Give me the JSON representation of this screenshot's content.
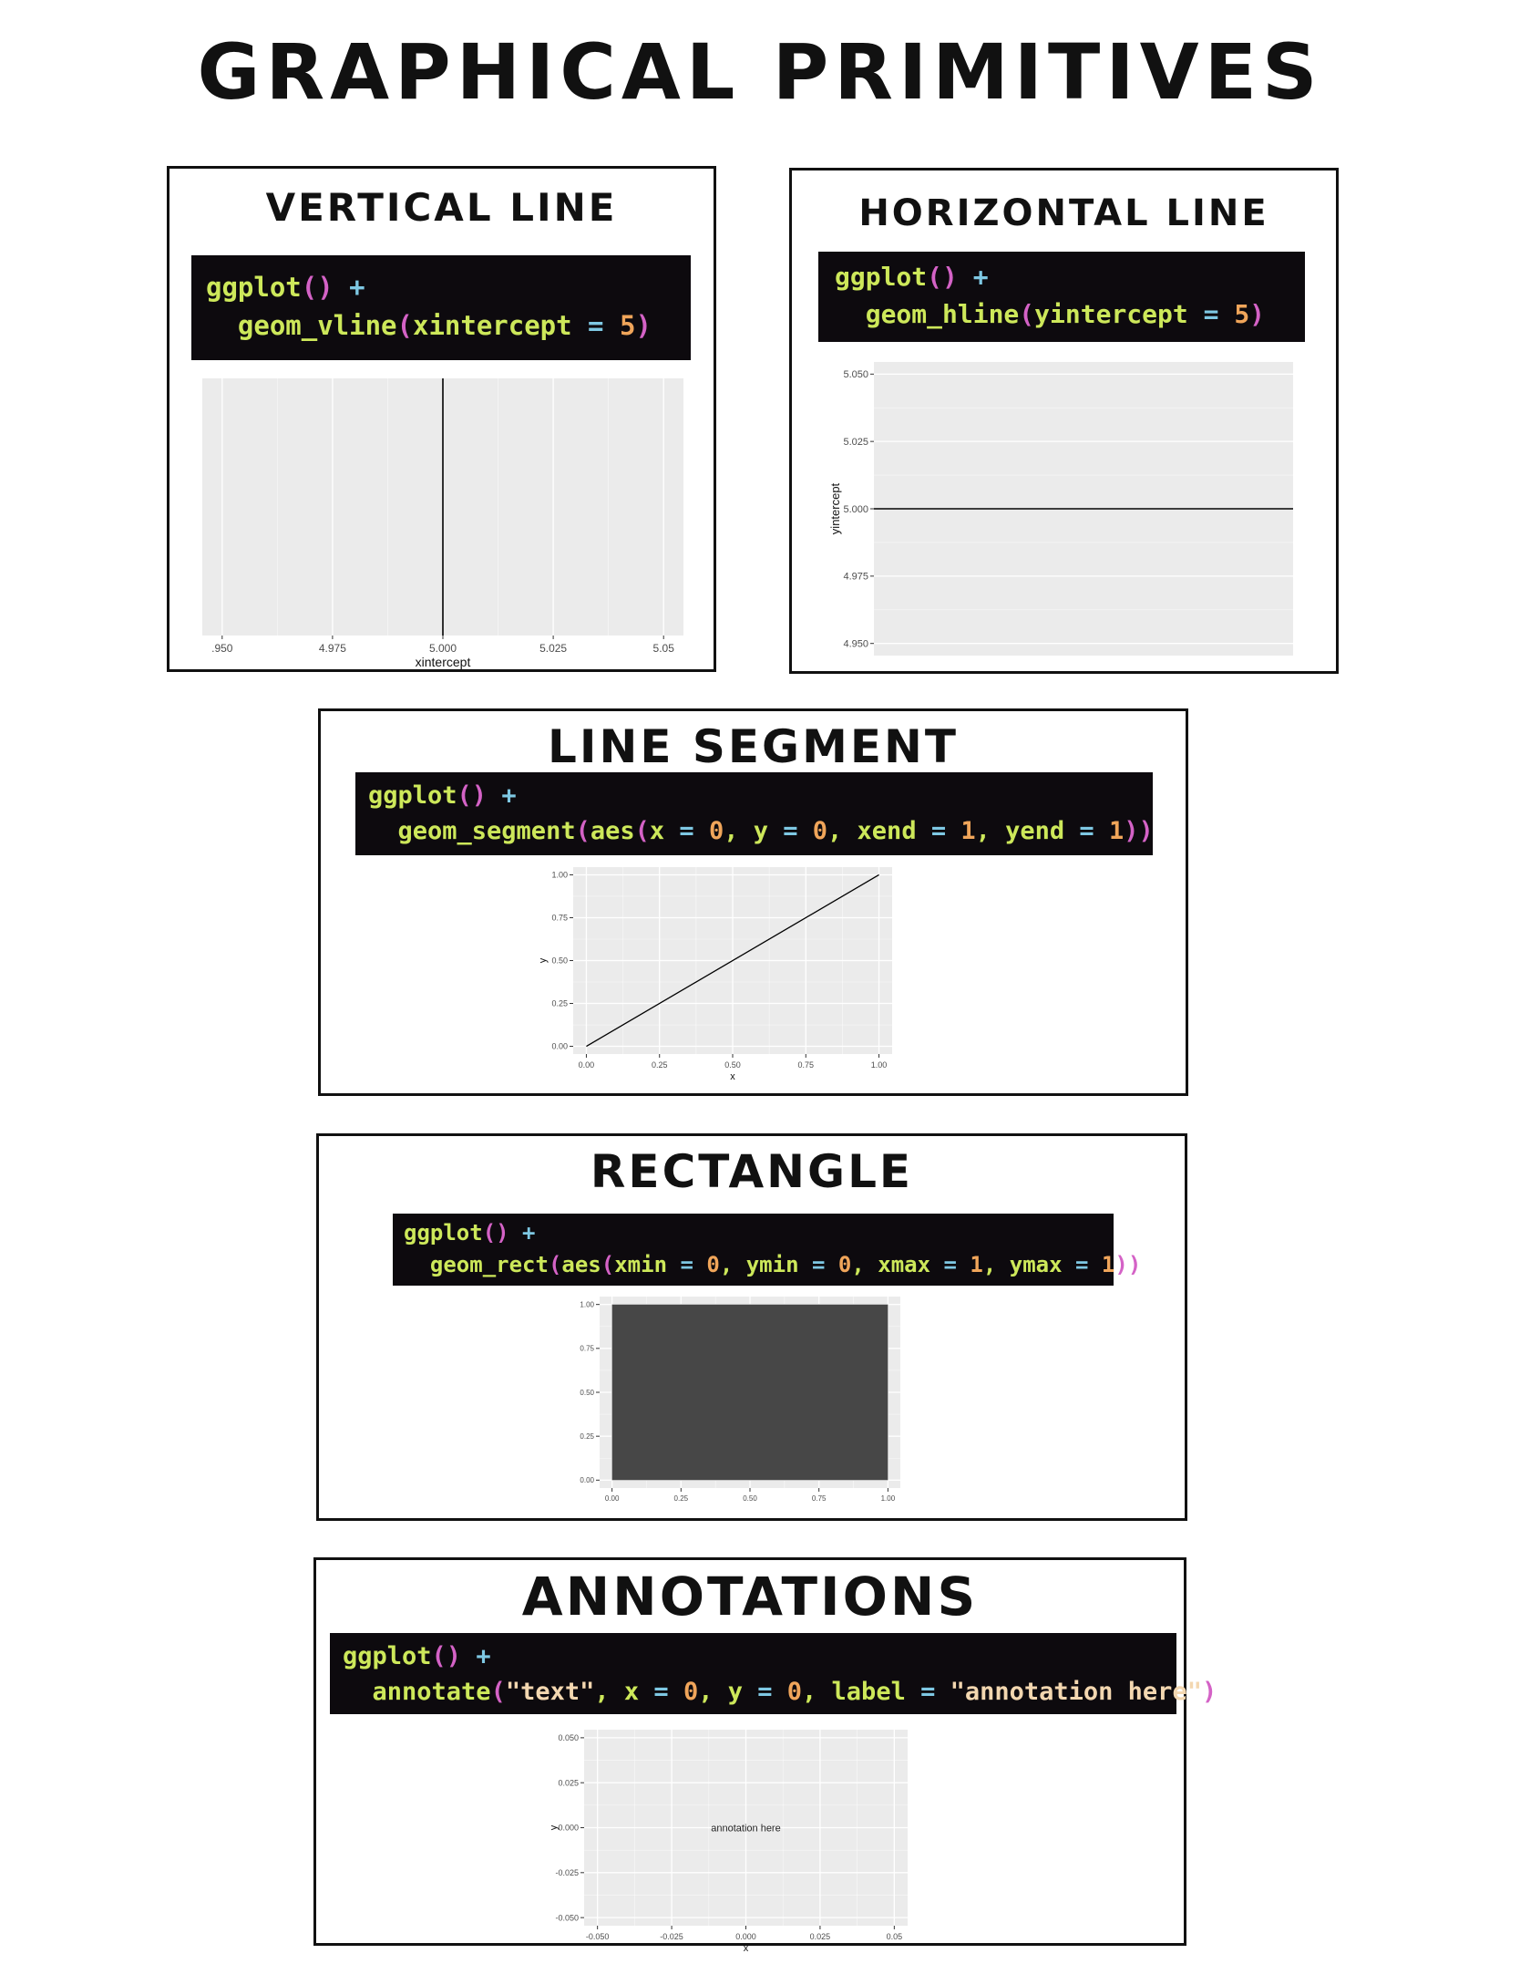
{
  "page_title": "GRAPHICAL   PRIMITIVES",
  "palette": {
    "code_bg": "#0d0a0e",
    "fn": "#cde85a",
    "op": "#7ec8e3",
    "paren": "#d462c6",
    "num": "#f0a55a",
    "str": "#f3d7b0",
    "panel_bg": "#ebebeb",
    "grid": "#ffffff",
    "fill": "#474747"
  },
  "panels": {
    "vline": {
      "title": "VERTICAL  LINE",
      "code": [
        [
          {
            "t": "ggplot",
            "c": "fn"
          },
          {
            "t": "()",
            "c": "paren"
          },
          {
            "t": " +",
            "c": "op"
          }
        ],
        [
          {
            "t": "  geom_vline",
            "c": "fn"
          },
          {
            "t": "(",
            "c": "paren"
          },
          {
            "t": "xintercept",
            "c": "fn"
          },
          {
            "t": " = ",
            "c": "op"
          },
          {
            "t": "5",
            "c": "num"
          },
          {
            "t": ")",
            "c": "paren"
          }
        ]
      ]
    },
    "hline": {
      "title": "HORIZONTAL  LINE",
      "code": [
        [
          {
            "t": "ggplot",
            "c": "fn"
          },
          {
            "t": "()",
            "c": "paren"
          },
          {
            "t": " +",
            "c": "op"
          }
        ],
        [
          {
            "t": "  geom_hline",
            "c": "fn"
          },
          {
            "t": "(",
            "c": "paren"
          },
          {
            "t": "yintercept",
            "c": "fn"
          },
          {
            "t": " = ",
            "c": "op"
          },
          {
            "t": "5",
            "c": "num"
          },
          {
            "t": ")",
            "c": "paren"
          }
        ]
      ]
    },
    "segment": {
      "title": "LINE  SEGMENT",
      "code": [
        [
          {
            "t": "ggplot",
            "c": "fn"
          },
          {
            "t": "()",
            "c": "paren"
          },
          {
            "t": " +",
            "c": "op"
          }
        ],
        [
          {
            "t": "  geom_segment",
            "c": "fn"
          },
          {
            "t": "(",
            "c": "paren"
          },
          {
            "t": "aes",
            "c": "fn"
          },
          {
            "t": "(",
            "c": "paren"
          },
          {
            "t": "x",
            "c": "fn"
          },
          {
            "t": " = ",
            "c": "op"
          },
          {
            "t": "0",
            "c": "num"
          },
          {
            "t": ", ",
            "c": "fn"
          },
          {
            "t": "y",
            "c": "fn"
          },
          {
            "t": " = ",
            "c": "op"
          },
          {
            "t": "0",
            "c": "num"
          },
          {
            "t": ", ",
            "c": "fn"
          },
          {
            "t": "xend",
            "c": "fn"
          },
          {
            "t": " = ",
            "c": "op"
          },
          {
            "t": "1",
            "c": "num"
          },
          {
            "t": ", ",
            "c": "fn"
          },
          {
            "t": "yend",
            "c": "fn"
          },
          {
            "t": " = ",
            "c": "op"
          },
          {
            "t": "1",
            "c": "num"
          },
          {
            "t": "))",
            "c": "paren"
          }
        ]
      ]
    },
    "rect": {
      "title": "RECTANGLE",
      "code": [
        [
          {
            "t": "ggplot",
            "c": "fn"
          },
          {
            "t": "()",
            "c": "paren"
          },
          {
            "t": " +",
            "c": "op"
          }
        ],
        [
          {
            "t": "  geom_rect",
            "c": "fn"
          },
          {
            "t": "(",
            "c": "paren"
          },
          {
            "t": "aes",
            "c": "fn"
          },
          {
            "t": "(",
            "c": "paren"
          },
          {
            "t": "xmin",
            "c": "fn"
          },
          {
            "t": " = ",
            "c": "op"
          },
          {
            "t": "0",
            "c": "num"
          },
          {
            "t": ", ",
            "c": "fn"
          },
          {
            "t": "ymin",
            "c": "fn"
          },
          {
            "t": " = ",
            "c": "op"
          },
          {
            "t": "0",
            "c": "num"
          },
          {
            "t": ", ",
            "c": "fn"
          },
          {
            "t": "xmax",
            "c": "fn"
          },
          {
            "t": " = ",
            "c": "op"
          },
          {
            "t": "1",
            "c": "num"
          },
          {
            "t": ", ",
            "c": "fn"
          },
          {
            "t": "ymax",
            "c": "fn"
          },
          {
            "t": " = ",
            "c": "op"
          },
          {
            "t": "1",
            "c": "num"
          },
          {
            "t": "))",
            "c": "paren"
          }
        ]
      ]
    },
    "annot": {
      "title": "ANNOTATIONS",
      "code": [
        [
          {
            "t": "ggplot",
            "c": "fn"
          },
          {
            "t": "()",
            "c": "paren"
          },
          {
            "t": " +",
            "c": "op"
          }
        ],
        [
          {
            "t": "  annotate",
            "c": "fn"
          },
          {
            "t": "(",
            "c": "paren"
          },
          {
            "t": "\"text\"",
            "c": "str"
          },
          {
            "t": ", ",
            "c": "fn"
          },
          {
            "t": "x",
            "c": "fn"
          },
          {
            "t": " = ",
            "c": "op"
          },
          {
            "t": "0",
            "c": "num"
          },
          {
            "t": ", ",
            "c": "fn"
          },
          {
            "t": "y",
            "c": "fn"
          },
          {
            "t": " = ",
            "c": "op"
          },
          {
            "t": "0",
            "c": "num"
          },
          {
            "t": ", ",
            "c": "fn"
          },
          {
            "t": "label",
            "c": "fn"
          },
          {
            "t": " = ",
            "c": "op"
          },
          {
            "t": "\"annotation here\"",
            "c": "str"
          },
          {
            "t": ")",
            "c": "paren"
          }
        ]
      ]
    }
  },
  "chart_data": [
    {
      "id": "vline",
      "type": "line",
      "xlabel": "xintercept",
      "ylabel": "",
      "xlim": [
        4.95,
        5.05
      ],
      "xticks": [
        4.95,
        4.975,
        5.0,
        5.025,
        5.05
      ],
      "xtick_labels": [
        ".950",
        "4.975",
        "5.000",
        "5.025",
        "5.05"
      ],
      "yticks": [],
      "geom": {
        "kind": "vline",
        "xintercept": 5
      },
      "grid": true
    },
    {
      "id": "hline",
      "type": "line",
      "xlabel": "",
      "ylabel": "yintercept",
      "ylim": [
        4.95,
        5.05
      ],
      "yticks": [
        4.95,
        4.975,
        5.0,
        5.025,
        5.05
      ],
      "ytick_labels": [
        "4.950",
        "4.975",
        "5.000",
        "5.025",
        "5.050"
      ],
      "xticks": [],
      "geom": {
        "kind": "hline",
        "yintercept": 5
      },
      "grid": true
    },
    {
      "id": "segment",
      "type": "line",
      "xlabel": "x",
      "ylabel": "y",
      "xlim": [
        0,
        1
      ],
      "ylim": [
        0,
        1
      ],
      "xticks": [
        0,
        0.25,
        0.5,
        0.75,
        1
      ],
      "xtick_labels": [
        "0.00",
        "0.25",
        "0.50",
        "0.75",
        "1.00"
      ],
      "yticks": [
        0,
        0.25,
        0.5,
        0.75,
        1
      ],
      "ytick_labels": [
        "0.00",
        "0.25",
        "0.50",
        "0.75",
        "1.00"
      ],
      "geom": {
        "kind": "segment",
        "x": 0,
        "y": 0,
        "xend": 1,
        "yend": 1
      },
      "grid": true
    },
    {
      "id": "rect",
      "type": "area",
      "xlabel": "",
      "ylabel": "",
      "xlim": [
        0,
        1
      ],
      "ylim": [
        0,
        1
      ],
      "xticks": [
        0,
        0.25,
        0.5,
        0.75,
        1
      ],
      "xtick_labels": [
        "0.00",
        "0.25",
        "0.50",
        "0.75",
        "1.00"
      ],
      "yticks": [
        0,
        0.25,
        0.5,
        0.75,
        1
      ],
      "ytick_labels": [
        "0.00",
        "0.25",
        "0.50",
        "0.75",
        "1.00"
      ],
      "geom": {
        "kind": "rect",
        "xmin": 0,
        "ymin": 0,
        "xmax": 1,
        "ymax": 1
      },
      "grid": true
    },
    {
      "id": "annot",
      "type": "scatter",
      "xlabel": "x",
      "ylabel": "y",
      "xlim": [
        -0.05,
        0.05
      ],
      "ylim": [
        -0.05,
        0.05
      ],
      "xticks": [
        -0.05,
        -0.025,
        0,
        0.025,
        0.05
      ],
      "xtick_labels": [
        "-0.050",
        "-0.025",
        "0.000",
        "0.025",
        "0.05"
      ],
      "yticks": [
        -0.05,
        -0.025,
        0,
        0.025,
        0.05
      ],
      "ytick_labels": [
        "-0.050",
        "-0.025",
        "0.000",
        "0.025",
        "0.050"
      ],
      "geom": {
        "kind": "text",
        "x": 0,
        "y": 0,
        "label": "annotation here"
      },
      "grid": true
    }
  ]
}
